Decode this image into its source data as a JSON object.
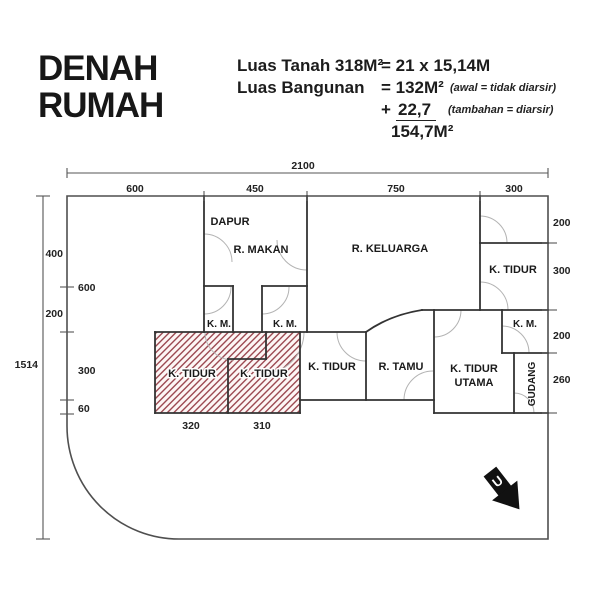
{
  "header": {
    "title_line1": "DENAH",
    "title_line2": "RUMAH",
    "land_label": "Luas Tanah 318M²",
    "land_value": "= 21 x 15,14M",
    "building_label": "Luas Bangunan",
    "building_value": "= 132M²",
    "building_note": "(awal = tidak diarsir)",
    "addition_plus": "+",
    "addition_value": "22,7",
    "addition_note": "(tambahan = diarsir)",
    "total_value": "154,7M²"
  },
  "plan": {
    "north_label": "U",
    "dims": {
      "top_total": "2100",
      "top_segments": [
        "600",
        "450",
        "750",
        "300"
      ],
      "left_total": "1514",
      "left_labels": [
        "400",
        "600",
        "200",
        "300",
        "60"
      ],
      "right_labels": [
        "200",
        "300",
        "200",
        "260"
      ],
      "bottom_labels": [
        "320",
        "310"
      ]
    },
    "rooms": {
      "dapur": "DAPUR",
      "r_makan": "R. MAKAN",
      "r_keluarga": "R. KELUARGA",
      "k_tidur_kanan_atas": "K. TIDUR",
      "km_1": "K. M.",
      "km_2": "K. M.",
      "km_3": "K. M.",
      "k_tidur_arsir_1": "K. TIDUR",
      "k_tidur_arsir_2": "K. TIDUR",
      "k_tidur_tengah": "K. TIDUR",
      "r_tamu": "R. TAMU",
      "k_tidur_utama_line1": "K. TIDUR",
      "k_tidur_utama_line2": "UTAMA",
      "gudang": "GUDANG"
    },
    "colors": {
      "hatch_stripe": "#9c4a52",
      "wall": "#333333",
      "boundary": "#4f4f4f",
      "dim_line": "#555555"
    }
  }
}
